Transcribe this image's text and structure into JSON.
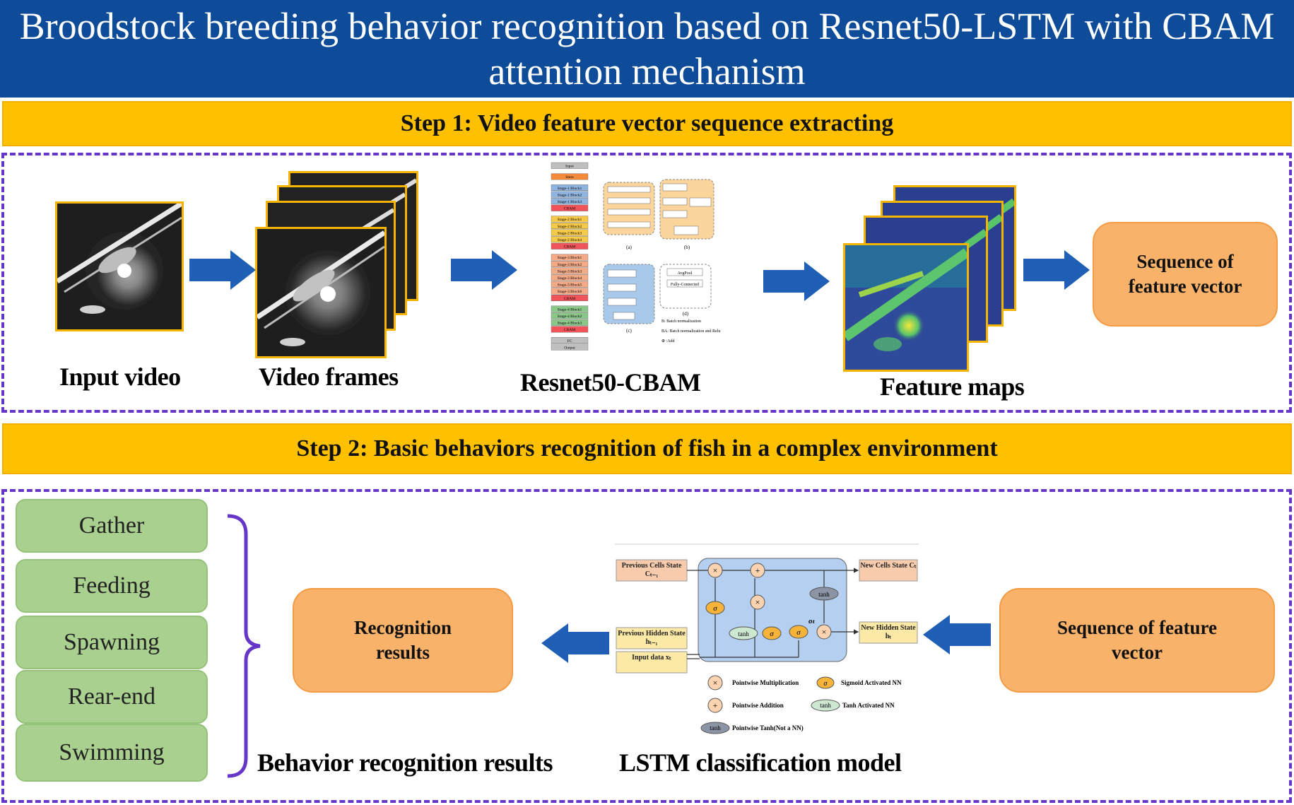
{
  "title": "Broodstock breeding behavior recognition based on Resnet50-LSTM with CBAM attention mechanism",
  "step1": {
    "label": "Step 1: Video feature vector sequence extracting",
    "captions": {
      "input_video": "Input video",
      "video_frames": "Video frames",
      "resnet": "Resnet50-CBAM",
      "feature_maps": "Feature maps"
    },
    "output_box": "Sequence of feature vector",
    "resnet_diagram": {
      "stack": [
        "Input",
        "Stem",
        "Stage-1 Block1",
        "Stage-1 Block2",
        "Stage-1 Block3",
        "CBAM",
        "Stage-2 Block1",
        "Stage-2 Block2",
        "Stage-2 Block3",
        "Stage-2 Block4",
        "CBAM",
        "Stage-3 Block1",
        "Stage-3 Block2",
        "Stage-3 Block3",
        "Stage-3 Block4",
        "Stage-3 Block5",
        "Stage-3 Block6",
        "CBAM",
        "Stage-4 Block1",
        "Stage-4 Block2",
        "Stage-4 Block3",
        "CBAM",
        "FC",
        "Output"
      ],
      "legend": [
        "B: Batch normalization",
        "BA: Batch normalization and Relu",
        "⊕ :Add"
      ],
      "panel_labels": [
        "(a)",
        "(b)",
        "(c)",
        "(d)"
      ],
      "panel_d": [
        "AvgPool",
        "Fully-Connected"
      ]
    }
  },
  "step2": {
    "label": "Step 2: Basic behaviors recognition of fish in a complex environment",
    "behaviors": [
      "Gather",
      "Feeding",
      "Spawning",
      "Rear-end",
      "Swimming"
    ],
    "behavior_caption": "Behavior recognition results",
    "recognition_box": "Recognition results",
    "input_box": "Sequence of feature vector",
    "lstm_caption": "LSTM classification model",
    "lstm": {
      "prev_cell": "Previous Cells State Cₜ₋₁",
      "prev_hidden": "Previous Hidden State hₜ₋₁",
      "input_data": "Input data xₜ",
      "new_cell": "New Cells State Cₜ",
      "new_hidden": "New Hidden State hₜ",
      "o_t": "oₜ",
      "legend": {
        "mult": "Pointwise Multiplication",
        "add": "Pointwise Addition",
        "tanh_op": "Pointwise Tanh(Not a NN)",
        "sigmoid": "Sigmoid Activated NN",
        "tanh_nn": "Tanh Activated NN"
      },
      "symbols": {
        "mult": "×",
        "add": "+",
        "sigma": "σ",
        "tanh": "tanh"
      }
    }
  },
  "colors": {
    "title_bg": "#0e4c9a",
    "step_bg": "#ffc000",
    "dash": "#6636c8",
    "orange": "#f8b26a",
    "green": "#a9d08e",
    "arrow": "#1f5fb5"
  }
}
